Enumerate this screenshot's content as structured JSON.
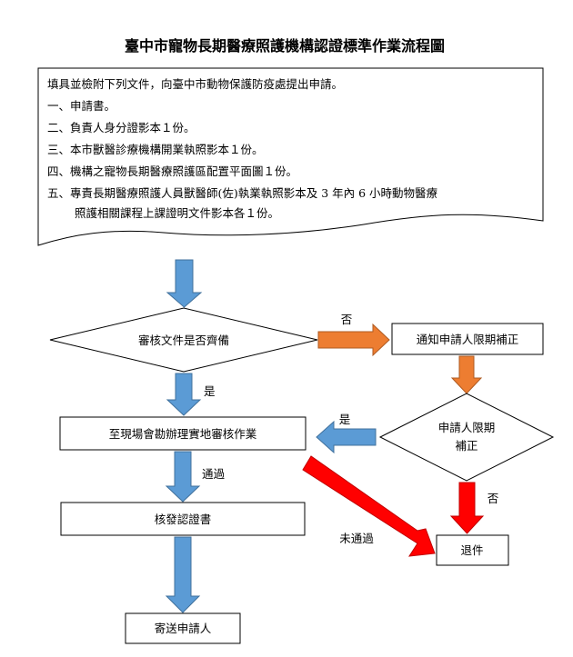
{
  "title": "臺中市寵物長期醫療照護機構認證標準作業流程圖",
  "documents": {
    "intro": "填具並檢附下列文件，向臺中市動物保護防疫處提出申請。",
    "items": [
      "一、申請書。",
      "二、負責人身分證影本１份。",
      "三、本市獸醫診療機構開業執照影本１份。",
      "四、機構之寵物長期醫療照護區配置平面圖１份。",
      "五、專責長期醫療照護人員獸醫師(佐)執業執照影本及 3 年內 6 小時動物醫療"
    ],
    "continuation": "照護相關課程上課證明文件影本各１份。"
  },
  "nodes": {
    "review": "審核文件是否齊備",
    "notify": "通知申請人限期補正",
    "correct_line1": "申請人限期",
    "correct_line2": "補正",
    "inspect": "至現場會勘辦理實地審核作業",
    "issue": "核發認證書",
    "send": "寄送申請人",
    "return": "退件"
  },
  "labels": {
    "no_top": "否",
    "yes_left": "是",
    "yes_right": "是",
    "pass": "通過",
    "no_right": "否",
    "fail": "未通過"
  },
  "colors": {
    "blue_arrow": "#5B9BD5",
    "blue_edge": "#41719C",
    "orange_arrow": "#ED7D31",
    "orange_edge": "#AE5A21",
    "red_arrow": "#FF0000",
    "red_edge": "#C00000"
  }
}
